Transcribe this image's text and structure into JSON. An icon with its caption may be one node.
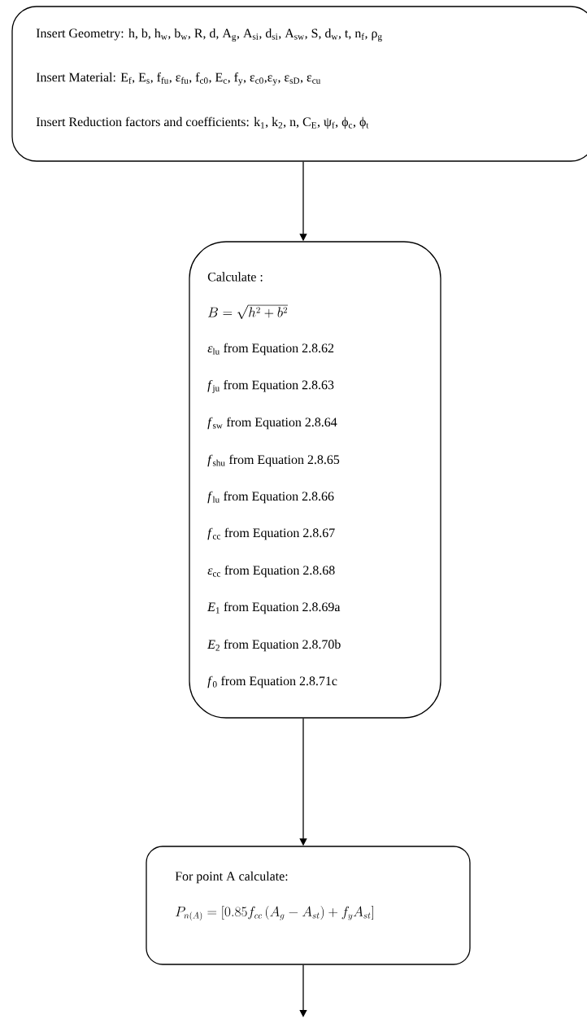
{
  "diagram": {
    "nodes": [
      {
        "text": [
          "Insert Geometry: h, b, h$_{w}$, b$_{w}$, R, d, A$_{g}$, A$_{si}$, d$_{si}$, A$_{sw}$, S, d$_{w}$, t, n$_{f}$, ρ$_{g}$",
          "Insert Material: E$_{f}$, E$_{s}$, f$_{fu}$, ε$_{fu}$, f$_{c0}$, E$_{c}$, f$_{y}$, ε$_{c0}$,ε$_{y}$, ε$_{sD}$, ε$_{cu}$",
          "Insert Reduction factors and coefficients: k$_{1}$, k$_{2}$, n, C$_{E}$, ψ$_{f}$, ϕ$_{c}$, ϕ$_{t}$"
        ]
      },
      {
        "text": [
          "Calculate :",
          "B = \\sqrt{h^{2} + b^{2}}",
          "*ε*$_{lu}$ from Equation 2.8.62",
          "*f*$_{ju}$ from Equation 2.8.63",
          "*f*$_{sw}$ from Equation 2.8.64",
          "*f*$_{shu}$ from Equation 2.8.65",
          "*f*$_{lu}$ from Equation 2.8.66",
          "*f*$_{cc}$ from Equation 2.8.67",
          "*ε*$_{cc}$ from Equation 2.8.68",
          "*E*$_{1}$ from Equation 2.8.69a",
          "*E*$_{2}$ from Equation 2.8.70b",
          "*f*$_{0}$ from Equation 2.8.71c"
        ]
      },
      {
        "text": [
          "For point A calculate:",
          "P_{n(A)} = \\left[0.85 f_{cc}\\left(A_{g} - A_{st}\\right) + f_{y} A_{st}\\right]"
        ]
      }
    ],
    "edges": [
      {
        "from": 0,
        "to": 1,
        "arrow": "to"
      },
      {
        "from": 1,
        "to": 2,
        "arrow": "to"
      },
      {
        "from": 2,
        "to": null,
        "arrow": "to"
      }
    ]
  }
}
